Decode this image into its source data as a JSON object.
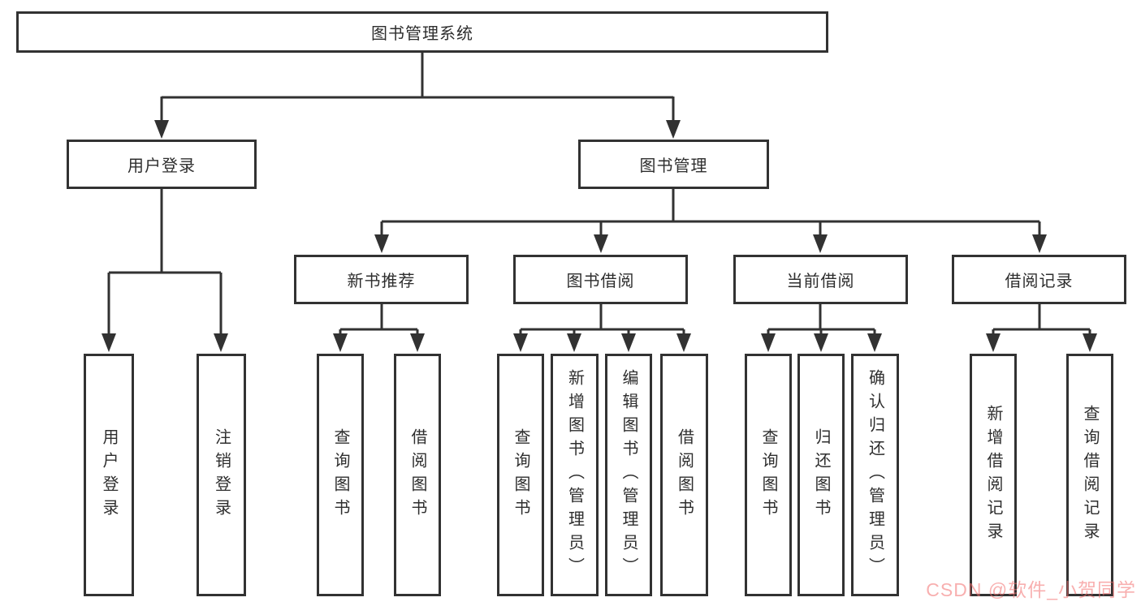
{
  "colors": {
    "background": "#ffffff",
    "line": "#323232",
    "box_border": "#323232",
    "text": "#2e2e2e",
    "watermark": "#f5a5a5"
  },
  "tree": {
    "root": "图书管理系统",
    "branches": [
      {
        "label": "用户登录",
        "children": [
          "用户登录",
          "注销登录"
        ]
      },
      {
        "label": "图书管理",
        "children": [
          {
            "label": "新书推荐",
            "children": [
              "查询图书",
              "借阅图书"
            ]
          },
          {
            "label": "图书借阅",
            "children": [
              "查询图书",
              "新增图书（管理员）",
              "编辑图书（管理员）",
              "借阅图书"
            ]
          },
          {
            "label": "当前借阅",
            "children": [
              "查询图书",
              "归还图书",
              "确认归还（管理员）"
            ]
          },
          {
            "label": "借阅记录",
            "children": [
              "新增借阅记录",
              "查询借阅记录"
            ]
          }
        ]
      }
    ]
  },
  "watermark": "CSDN @软件_小贺同学"
}
